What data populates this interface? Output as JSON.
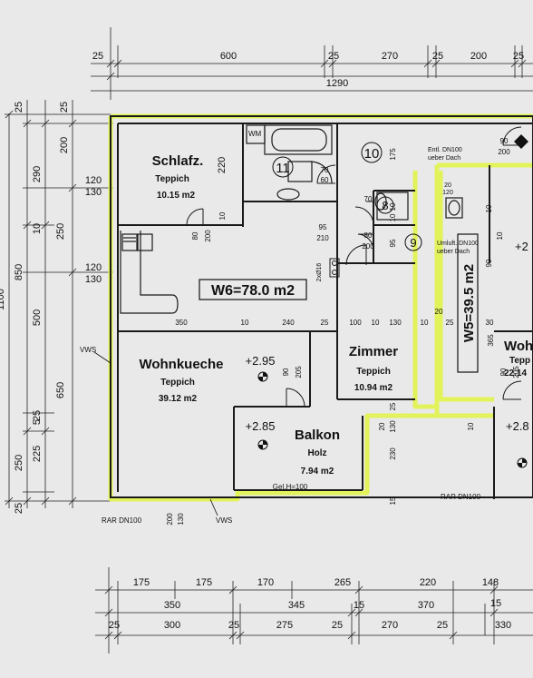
{
  "colors": {
    "highlight": "#e2f25a",
    "wall": "#1a1a1a",
    "paper": "#e9e9e9"
  },
  "top_dims": {
    "row1": [
      "25",
      "600",
      "25",
      "270",
      "25",
      "200",
      "25"
    ],
    "total": "1290"
  },
  "left_dims": {
    "outer": "1100",
    "col_a": [
      "25",
      "850",
      "25"
    ],
    "col_b": [
      "290",
      "10",
      "500",
      "25",
      "225"
    ],
    "col_c": [
      "200",
      "250",
      "650",
      "250"
    ],
    "col_d": [
      "25",
      "120",
      "130",
      "120",
      "130"
    ],
    "col_b_extra": "5"
  },
  "units": {
    "w6": "W6=78.0 m2",
    "w5": "W5=39.5 m2"
  },
  "rooms": {
    "schlafz": {
      "name": "Schlafz.",
      "floor": "Teppich",
      "area": "10.15 m2",
      "dim": "220"
    },
    "wohnkueche": {
      "name": "Wohnkueche",
      "level": "+2.95",
      "floor": "Teppich",
      "area": "39.12 m2"
    },
    "zimmer": {
      "name": "Zimmer",
      "floor": "Teppich",
      "area": "10.94 m2"
    },
    "balkon": {
      "name": "Balkon",
      "level": "+2.85",
      "floor": "Holz",
      "area": "7.94 m2",
      "rail": "Gel.H=100"
    },
    "right_a": {
      "level": "+2",
      "floor": "Tepp",
      "area": "22.14",
      "name": "Woh"
    },
    "right_b": {
      "level": "+2.8"
    }
  },
  "room_numbers": [
    "11",
    "10",
    "8",
    "9"
  ],
  "labels": {
    "wm": "WM",
    "vws_left": "VWS",
    "vws_bottom": "VWS",
    "rar_left": "RAR DN100",
    "rar_right": "RAR DN100",
    "entl_1": "Entl. DN100",
    "entl_2": "ueber Dach",
    "umluft_1": "Umluft. DN100",
    "umluft_2": "ueber Dach",
    "chimney": "2xØ16"
  },
  "inner_dims": {
    "d80": "80",
    "d200a": "200",
    "d10a": "10",
    "d95": "95",
    "d210": "210",
    "d70a": "70",
    "d60": "60",
    "d70b": "70",
    "d80b": "80",
    "d200b": "200",
    "d95b": "95",
    "d10b": "10",
    "d10c": "10",
    "d175": "175",
    "d90a": "90",
    "d200c": "200",
    "d20": "20",
    "d120": "120",
    "row_350": "350",
    "row_10a": "10",
    "row_240": "240",
    "row_25a": "25",
    "row_100": "100",
    "row_10b": "10",
    "row_130": "130",
    "row_10c": "10",
    "row_20": "20",
    "row_25b": "25",
    "row_30": "30",
    "d90b": "90",
    "d205a": "205",
    "d90c": "90",
    "d205b": "205",
    "d365": "365",
    "d90d": "90",
    "d10d": "10",
    "d10e": "10",
    "d20b": "20",
    "d130b": "130",
    "d230": "230",
    "d25c": "25",
    "d15": "15",
    "d200d": "200",
    "d130c": "130",
    "d10f": "10"
  },
  "bottom_dims": {
    "row1": [
      "175",
      "175",
      "170",
      "265",
      "220",
      "148"
    ],
    "row2": [
      "350",
      "345",
      "15",
      "370",
      "15"
    ],
    "row3": [
      "25",
      "300",
      "25",
      "275",
      "25",
      "270",
      "25",
      "330"
    ]
  }
}
